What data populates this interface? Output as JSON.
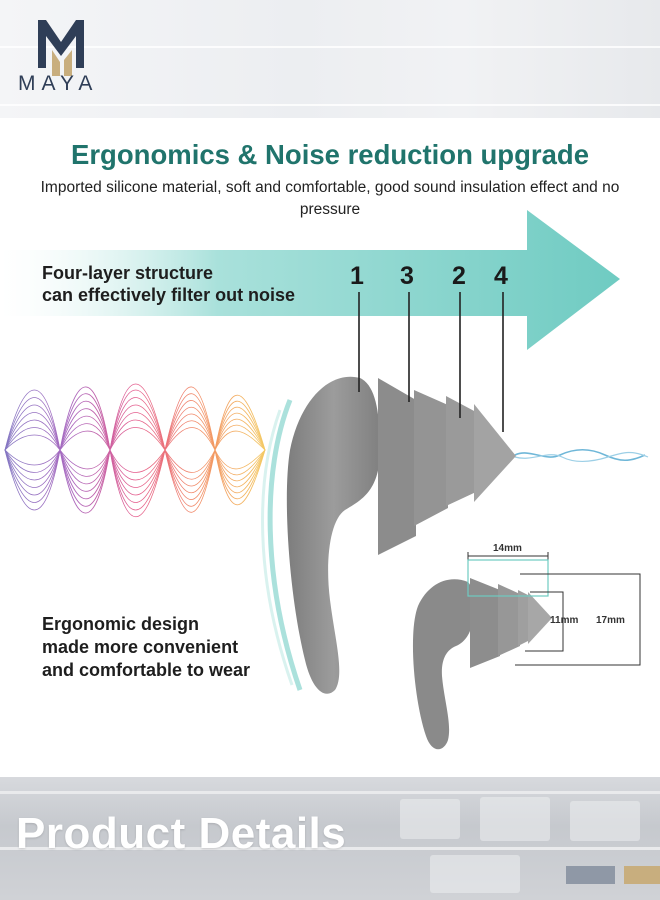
{
  "brand": {
    "name": "MAYA"
  },
  "headline": "Ergonomics & Noise reduction upgrade",
  "subline": "Imported silicone material, soft and comfortable, good sound insulation effect and no pressure",
  "arrow_text": [
    "Four-layer structure",
    "can effectively filter out noise"
  ],
  "layers": [
    "1",
    "3",
    "2",
    "4"
  ],
  "ergonomic_text": [
    "Ergonomic design",
    "made more convenient",
    "and comfortable to wear"
  ],
  "dimensions": {
    "length": "14mm",
    "tip_diameter": "11mm",
    "base_diameter": "17mm"
  },
  "footer": {
    "title": "Product Details"
  },
  "colors": {
    "headline": "#20746c",
    "arrow": "#7fd1c9",
    "earplug": "#8e8e8e",
    "logo_gold": "#c8ae7e",
    "logo_navy": "#2f3e57"
  }
}
